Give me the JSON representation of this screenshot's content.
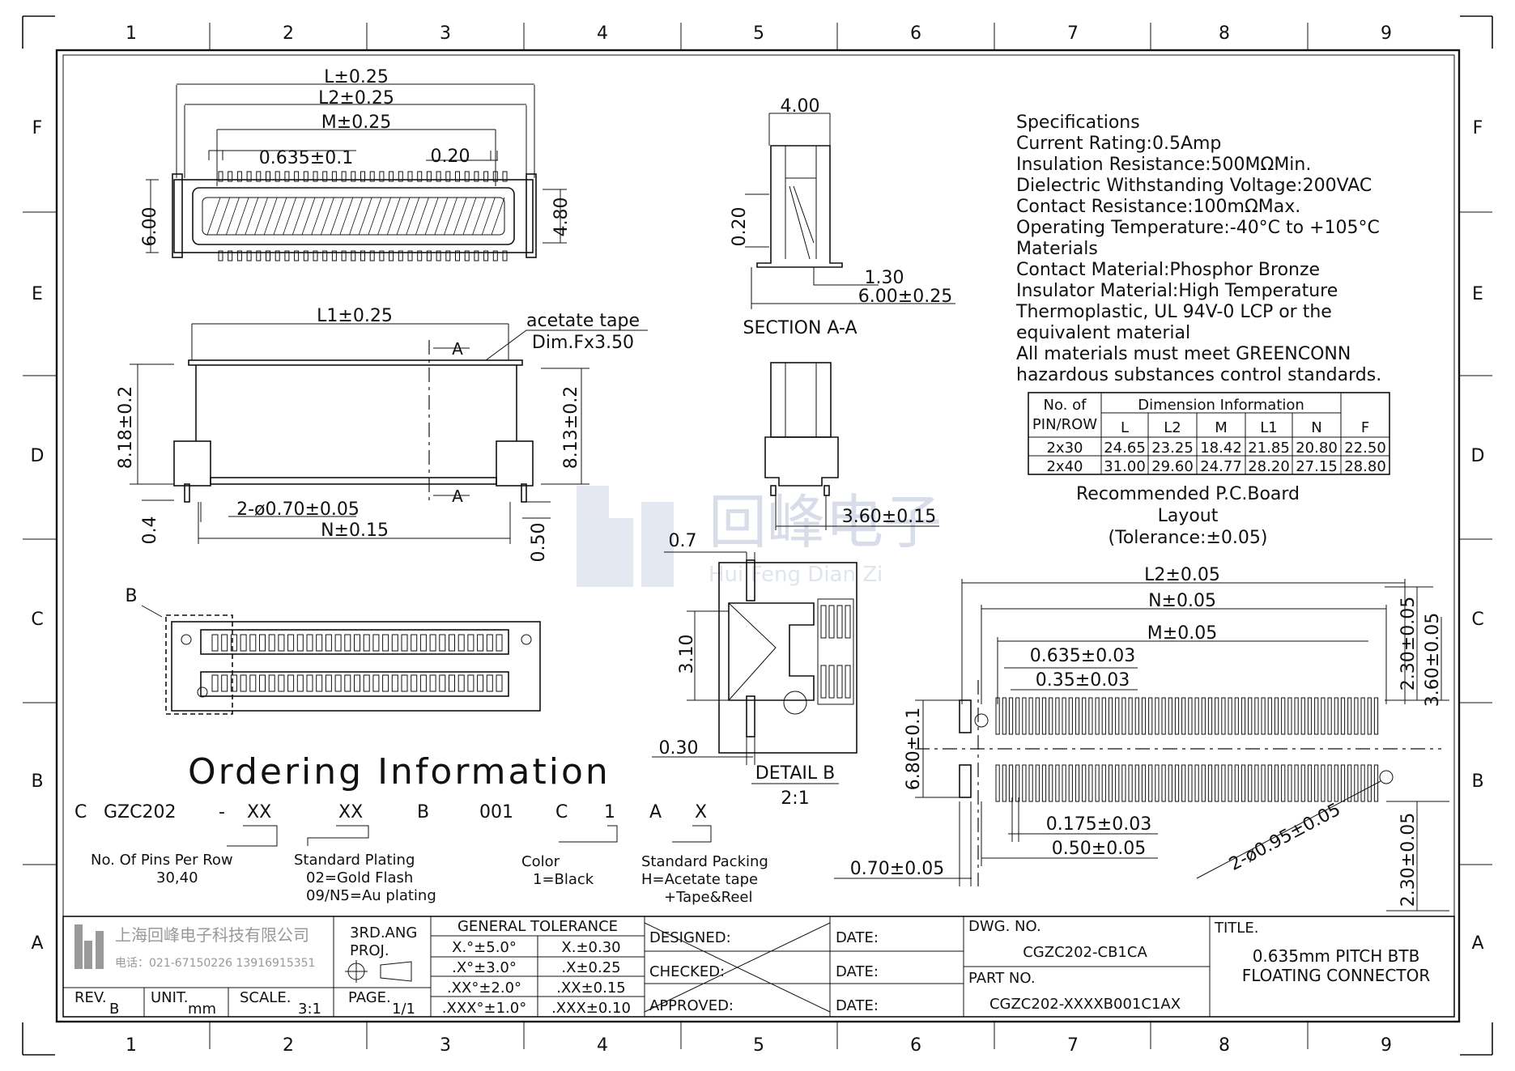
{
  "border": {
    "cols": [
      "1",
      "2",
      "3",
      "4",
      "5",
      "6",
      "7",
      "8",
      "9"
    ],
    "rows": [
      "F",
      "E",
      "D",
      "C",
      "B",
      "A"
    ]
  },
  "top_view": {
    "dims": [
      "L±0.25",
      "L2±0.25",
      "M±0.25",
      "0.635±0.1",
      "0.20",
      "6.00",
      "4.80"
    ]
  },
  "side_view": {
    "dims": [
      "L1±0.25",
      "acetate tape",
      "Dim.Fx3.50",
      "A",
      "A",
      "8.18±0.2",
      "8.13±0.2",
      "0.4",
      "2-ø0.70±0.05",
      "N±0.15",
      "0.50"
    ]
  },
  "bottom_view": {
    "label": "B"
  },
  "section": {
    "dims": [
      "4.00",
      "0.20",
      "1.30",
      "6.00±0.25"
    ],
    "title": "SECTION A-A"
  },
  "end_view": {
    "dims": [
      "3.60±0.15"
    ]
  },
  "detail": {
    "dims": [
      "0.7",
      "3.10",
      "0.30"
    ],
    "title": "DETAIL B",
    "scale": "2:1"
  },
  "watermark": {
    "logo": "hf",
    "cn": "回峰电子",
    "en": "Hui Feng Dian Zi"
  },
  "specs": [
    "Specifications",
    "Current Rating:0.5Amp",
    "Insulation Resistance:500MΩMin.",
    "Dielectric Withstanding Voltage:200VAC",
    "Contact Resistance:100mΩMax.",
    "Operating Temperature:-40°C to +105°C",
    "Materials",
    "Contact Material:Phosphor Bronze",
    "Insulator Material:High Temperature",
    "Thermoplastic, UL 94V-0 LCP or the",
    "equivalent material",
    "All materials must meet GREENCONN",
    "hazardous substances control standards."
  ],
  "dim_table": {
    "h_no": "No. of",
    "h_pin": "PIN/ROW",
    "h_info": "Dimension Information",
    "cols": [
      "L",
      "L2",
      "M",
      "L1",
      "N",
      "F"
    ],
    "rows": [
      [
        "2x30",
        "24.65",
        "23.25",
        "18.42",
        "21.85",
        "20.80",
        "22.50"
      ],
      [
        "2x40",
        "31.00",
        "29.60",
        "24.77",
        "28.20",
        "27.15",
        "28.80"
      ]
    ]
  },
  "pcb": {
    "title1": "Recommended P.C.Board",
    "title2": "Layout",
    "title3": "(Tolerance:±0.05)",
    "dims": [
      "L2±0.05",
      "N±0.05",
      "M±0.05",
      "0.635±0.03",
      "0.35±0.03",
      "2.30±0.05",
      "3.60±0.05",
      "6.80±0.1",
      "0.175±0.03",
      "0.50±0.05",
      "0.70±0.05",
      "2-ø0.95±0.05",
      "2.30±0.05"
    ]
  },
  "ordering": {
    "title": "Ordering Information",
    "code": [
      "C",
      "GZC202",
      "-",
      "XX",
      "XX",
      "B",
      "001",
      "C",
      "1",
      "A",
      "X"
    ],
    "notes": {
      "pins1": "No. Of Pins Per Row",
      "pins2": "30,40",
      "plat1": "Standard Plating",
      "plat2": "02=Gold Flash",
      "plat3": "09/N5=Au plating",
      "color1": "Color",
      "color2": "1=Black",
      "pack1": "Standard Packing",
      "pack2": "H=Acetate tape",
      "pack3": "+Tape&Reel"
    }
  },
  "title_block": {
    "company": "上海回峰电子科技有限公司",
    "phone": "电话：021-67150226 13916915351",
    "proj1": "3RD.ANG",
    "proj2": "PROJ.",
    "rev_label": "REV.",
    "rev": "B",
    "unit_label": "UNIT.",
    "unit": "mm",
    "scale_label": "SCALE.",
    "scale": "3:1",
    "page_label": "PAGE.",
    "page": "1/1",
    "tol_title": "GENERAL TOLERANCE",
    "tol": [
      [
        "X.°±5.0°",
        "X.±0.30"
      ],
      [
        ".X°±3.0°",
        ".X±0.25"
      ],
      [
        ".XX°±2.0°",
        ".XX±0.15"
      ],
      [
        ".XXX°±1.0°",
        ".XXX±0.10"
      ]
    ],
    "designed": "DESIGNED:",
    "checked": "CHECKED:",
    "approved": "APPROVED:",
    "date": "DATE:",
    "dwg_label": "DWG. NO.",
    "dwg": "CGZC202-CB1CA",
    "part_label": "PART NO.",
    "part": "CGZC202-XXXXB001C1AX",
    "title_label": "TITLE.",
    "title1": "0.635mm PITCH BTB",
    "title2": "FLOATING CONNECTOR"
  }
}
